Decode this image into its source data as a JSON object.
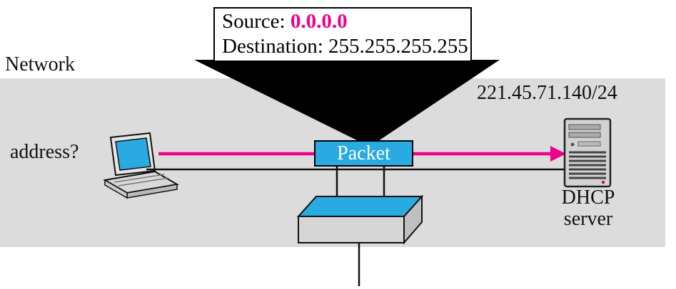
{
  "callout": {
    "source_label": "Source: ",
    "source_value": "0.0.0.0",
    "destination_label": "Destination: ",
    "destination_value": "255.255.255.255"
  },
  "network_label": "Network",
  "client": {
    "question": "address?"
  },
  "packet": {
    "label": "Packet"
  },
  "server": {
    "ip": "221.45.71.140/24",
    "name_line1": "DHCP",
    "name_line2": "server"
  },
  "colors": {
    "magenta": "#EC008C",
    "cyan": "#29ABE2",
    "band": "#DCDCDC"
  }
}
